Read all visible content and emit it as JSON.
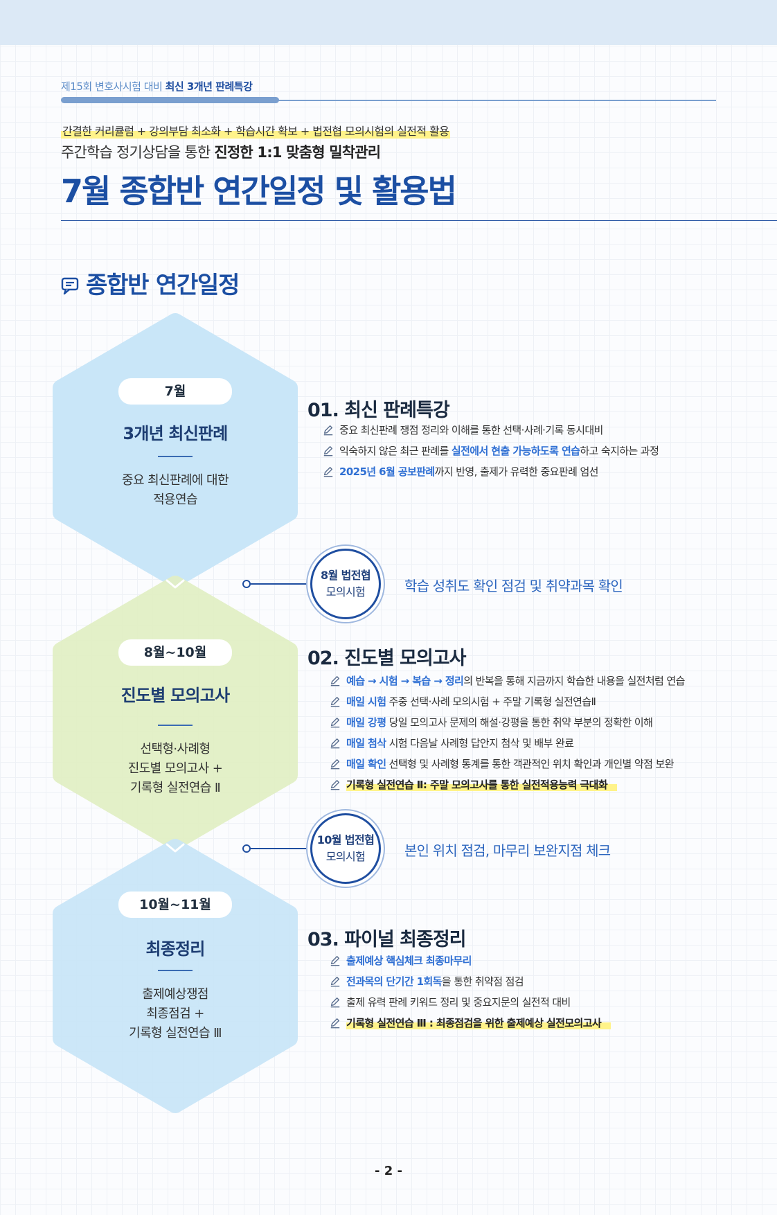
{
  "header": {
    "kicker_prefix": "제15회 변호사시험 대비 ",
    "kicker_bold": "최신 3개년 판례특강",
    "line1": "간결한 커리큘럼 + 강의부담 최소화 + 학습시간 확보 + 법전협 모의시험의 실전적 활용",
    "line2_prefix": "주간학습 정기상담을 통한 ",
    "line2_bold": "진정한 1:1 맞춤형 밀착관리",
    "title": "7월 종합반 연간일정 및 활용법"
  },
  "section_title": "종합반 연간일정",
  "colors": {
    "blue_hex": "#c9e6f8",
    "green_hex": "#e2efc4",
    "accent": "#1c4fa3",
    "highlight_text": "#2f6fd3"
  },
  "phases": [
    {
      "period": "7월",
      "title": "3개년 최신판례",
      "desc": [
        "중요 최신판례에 대한",
        "적용연습"
      ],
      "section": "01. 최신 판례특강",
      "items": [
        [
          {
            "t": "중요 최신판례 쟁점 정리와 이해를 통한 선택·사례·기록 동시대비"
          }
        ],
        [
          {
            "t": "익숙하지 않은 최근 판례를 "
          },
          {
            "t": "실전에서 현출 가능하도록 연습",
            "h": 1
          },
          {
            "t": "하고 숙지하는 과정"
          }
        ],
        [
          {
            "t": "2025년 6월 공보판례",
            "h": 1
          },
          {
            "t": "까지 반영, 출제가 유력한 중요판례 엄선"
          }
        ]
      ]
    },
    {
      "period": "8월~10월",
      "title": "진도별 모의고사",
      "desc": [
        "선택형·사례형",
        "진도별 모의고사 +",
        "기록형 실전연습 Ⅱ"
      ],
      "section": "02. 진도별 모의고사",
      "items": [
        [
          {
            "t": "예습 → 시험 → 복습 → 정리",
            "h": 1
          },
          {
            "t": "의 반복을 통해 지금까지 학습한 내용을 실전처럼 연습"
          }
        ],
        [
          {
            "t": "매일 시험",
            "h": 1
          },
          {
            "t": " 주중 선택·사례 모의시험 + 주말 기록형 실전연습Ⅱ"
          }
        ],
        [
          {
            "t": "매일 강평",
            "h": 1
          },
          {
            "t": " 당일 모의고사 문제의 해설·강평을 통한 취약 부분의 정확한 이해"
          }
        ],
        [
          {
            "t": "매일 첨삭",
            "h": 1
          },
          {
            "t": " 시험 다음날 사례형 답안지 첨삭 및 배부 완료"
          }
        ],
        [
          {
            "t": "매일 확인",
            "h": 1
          },
          {
            "t": " 선택형 및 사례형 통계를 통한 객관적인 위치 확인과 개인별 약점 보완"
          }
        ],
        [
          {
            "t": "기록형 실전연습 Ⅱ: 주말 모의고사를 통한 실전적용능력 극대화",
            "m": 1
          }
        ]
      ]
    },
    {
      "period": "10월~11월",
      "title": "최종정리",
      "desc": [
        "출제예상쟁점",
        "최종점검 +",
        "기록형 실전연습 Ⅲ"
      ],
      "section": "03. 파이널 최종정리",
      "items": [
        [
          {
            "t": "출제예상 핵심체크 최종마무리",
            "h": 1
          }
        ],
        [
          {
            "t": "전과목의 단기간 1회독",
            "h": 1
          },
          {
            "t": "을 통한 취약점 점검"
          }
        ],
        [
          {
            "t": "출제 유력 판례 키워드 정리 및 중요지문의 실전적 대비"
          }
        ],
        [
          {
            "t": "기록형 실전연습 Ⅲ : 최종점검을 위한 출제예상 실전모의고사",
            "m": 1
          }
        ]
      ]
    }
  ],
  "exams": [
    {
      "name": "8월 법전협",
      "sub": "모의시험",
      "desc": "학습 성취도 확인 점검 및 취약과목 확인"
    },
    {
      "name": "10월 법전협",
      "sub": "모의시험",
      "desc": "본인 위치 점검, 마무리 보완지점 체크"
    }
  ],
  "page_number": "- 2 -"
}
